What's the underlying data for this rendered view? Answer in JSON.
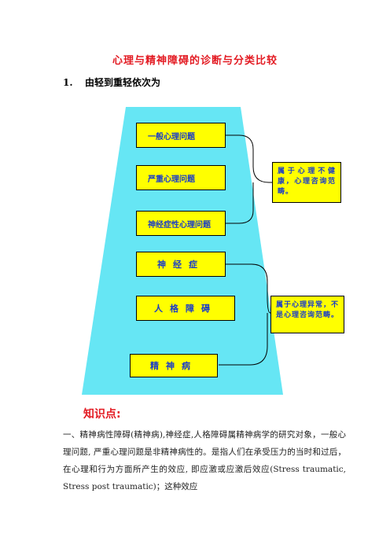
{
  "title": "心理与精神障碍的诊断与分类比较",
  "section": {
    "number": "1.",
    "heading": "由轻到重轻依次为"
  },
  "pyramid": {
    "levels": [
      {
        "label": "一般心理问题"
      },
      {
        "label": "严重心理问题"
      },
      {
        "label": "神经症性心理问题"
      },
      {
        "label": "神经症"
      },
      {
        "label": "人格障碍"
      },
      {
        "label": "精神病"
      }
    ],
    "notes": [
      {
        "text": "属于心理不健康，心理咨询范畴。"
      },
      {
        "text": "属于心理异常，不是心理咨询范畴。"
      }
    ]
  },
  "knowledge": {
    "heading": "知识点:",
    "paragraph": "一、精神病性障碍(精神病),神经症,人格障碍属精神病学的研究对象，一般心理问题, 严重心理问题是非精神病性的。是指人们在承受压力的当时和过后，在心理和行为方面所产生的效应, 即应激或应激后效应(Stress traumatic, Stress post traumatic)；这种效应"
  },
  "colors": {
    "title": "#e31b23",
    "pyramid_fill": "#66e6f4",
    "box_fill": "#ffff00",
    "box_text": "#1a3cc8"
  }
}
